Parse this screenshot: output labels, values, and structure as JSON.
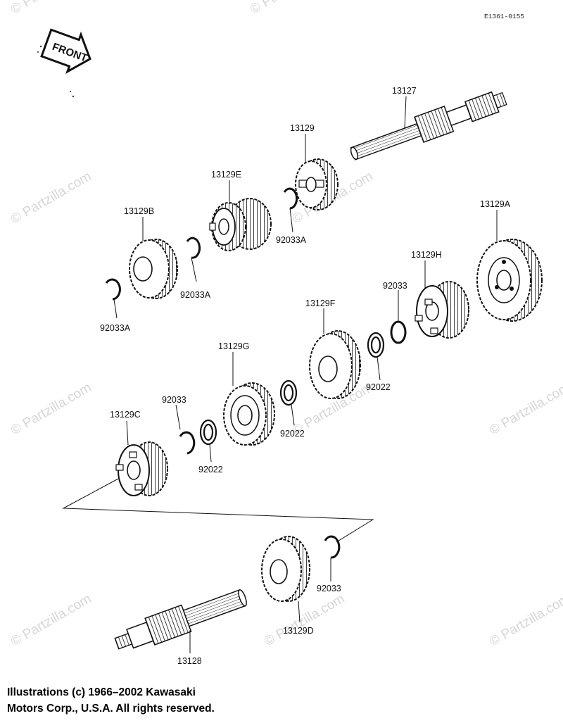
{
  "diagram_code": "E1361-0155",
  "front_label": "FRONT",
  "watermark": "© Partzilla.com",
  "parts": {
    "p13127": "13127",
    "p13129": "13129",
    "p13129E": "13129E",
    "p13129B": "13129B",
    "p13129A": "13129A",
    "p13129H": "13129H",
    "p13129F": "13129F",
    "p13129G": "13129G",
    "p13129C": "13129C",
    "p13129D": "13129D",
    "p13128": "13128",
    "c92033A_1": "92033A",
    "c92033A_2": "92033A",
    "c92033A_3": "92033A",
    "c92033_1": "92033",
    "c92033_2": "92033",
    "c92033_3": "92033",
    "c92022_1": "92022",
    "c92022_2": "92022",
    "c92022_3": "92022"
  },
  "footer": {
    "line1": "Illustrations (c) 1966–2002 Kawasaki",
    "line2": "Motors Corp., U.S.A.  All rights reserved."
  },
  "colors": {
    "ink": "#111111",
    "watermark": "#d6d6d6",
    "background": "#ffffff"
  }
}
